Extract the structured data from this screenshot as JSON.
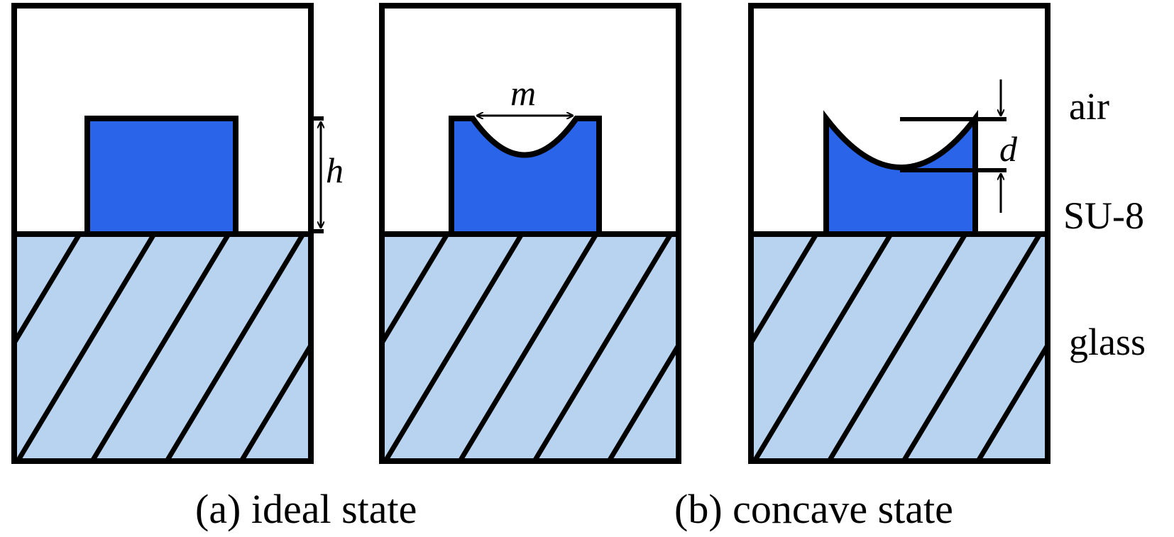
{
  "figure": {
    "panel_a": {
      "dimension_label": "h",
      "caption": "(a) ideal state"
    },
    "panel_b": {
      "dimension_width_label": "m",
      "dimension_depth_label": "d",
      "caption": "(b) concave state"
    },
    "legend": {
      "air": "air",
      "su8": "SU-8",
      "glass": "glass"
    }
  },
  "colors": {
    "su8": "#2a64e8",
    "glass": "#b8d3ef",
    "outline": "#000000"
  }
}
